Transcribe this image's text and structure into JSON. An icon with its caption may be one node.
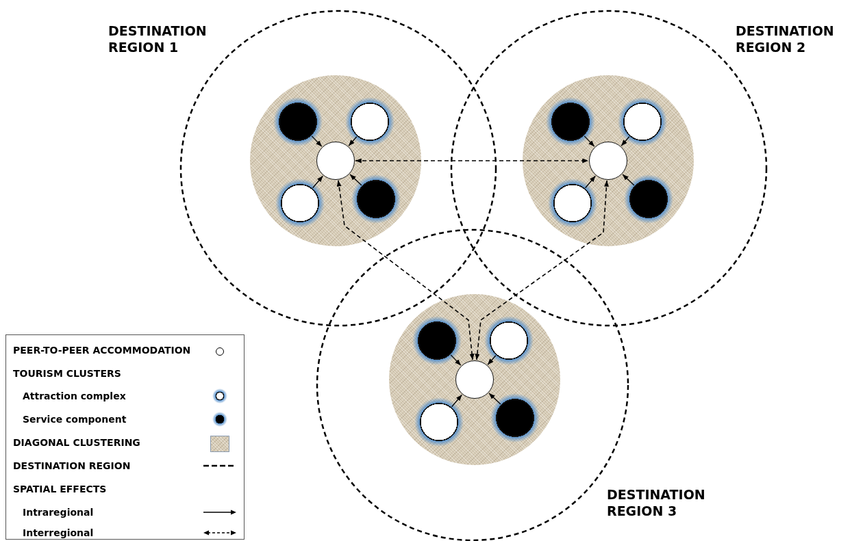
{
  "diagram": {
    "nodes": [
      {
        "text": [
          "DESTINATION REGION 1"
        ]
      },
      {
        "text": [],
        "shape": "circle",
        "in": 0
      },
      {
        "text": [],
        "shape": "circle",
        "in": 1
      },
      {
        "text": [],
        "shape": "circle",
        "in": 1
      },
      {
        "text": [],
        "shape": "circle",
        "in": 1
      },
      {
        "text": [],
        "shape": "circle",
        "in": 1
      },
      {
        "text": [],
        "shape": "circle",
        "in": 1
      },
      {
        "text": [
          "DESTINATION REGION 2"
        ]
      },
      {
        "text": [],
        "shape": "circle",
        "in": 7
      },
      {
        "text": [],
        "shape": "circle",
        "in": 8
      },
      {
        "text": [],
        "shape": "circle",
        "in": 8
      },
      {
        "text": [],
        "shape": "circle",
        "in": 8
      },
      {
        "text": [],
        "shape": "circle",
        "in": 8
      },
      {
        "text": [],
        "shape": "circle",
        "in": 8
      },
      {
        "text": [
          "DESTINATION REGION 3"
        ]
      },
      {
        "text": [],
        "shape": "circle",
        "in": 14
      },
      {
        "text": [],
        "shape": "circle",
        "in": 15
      },
      {
        "text": [],
        "shape": "circle",
        "in": 15
      },
      {
        "text": [],
        "shape": "circle",
        "in": 15
      },
      {
        "text": [],
        "shape": "circle",
        "in": 15
      },
      {
        "text": [],
        "shape": "circle",
        "in": 15
      }
    ],
    "edges": [
      {
        "from": 2,
        "to": 4,
        "arrow": "to"
      },
      {
        "from": 3,
        "to": 4,
        "arrow": "to"
      },
      {
        "from": 5,
        "to": 4,
        "arrow": "to"
      },
      {
        "from": 6,
        "to": 4,
        "arrow": "to"
      },
      {
        "from": 9,
        "to": 11,
        "arrow": "to"
      },
      {
        "from": 10,
        "to": 11,
        "arrow": "to"
      },
      {
        "from": 12,
        "to": 11,
        "arrow": "to"
      },
      {
        "from": 13,
        "to": 11,
        "arrow": "to"
      },
      {
        "from": 16,
        "to": 18,
        "arrow": "to"
      },
      {
        "from": 17,
        "to": 18,
        "arrow": "to"
      },
      {
        "from": 19,
        "to": 18,
        "arrow": "to"
      },
      {
        "from": 20,
        "to": 18,
        "arrow": "to"
      },
      {
        "from": 4,
        "to": 11,
        "arrow": "both",
        "style": "dashed"
      },
      {
        "from": 4,
        "to": 18,
        "arrow": "both",
        "style": "dashed"
      },
      {
        "from": 11,
        "to": 18,
        "arrow": "both",
        "style": "dashed"
      }
    ],
    "legend": [
      {
        "text": "PEER-TO-PEER ACCOMMODATION"
      },
      {
        "text": "TOURISM CLUSTERS"
      },
      {
        "text": "Attraction complex"
      },
      {
        "text": "Service component"
      },
      {
        "text": "DIAGONAL CLUSTERING"
      },
      {
        "text": "DESTINATION REGION"
      },
      {
        "text": "SPATIAL EFFECTS"
      },
      {
        "text": "Intraregional"
      },
      {
        "text": "Interregional"
      }
    ]
  }
}
